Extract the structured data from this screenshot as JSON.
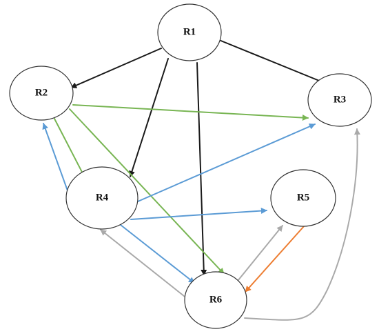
{
  "colors": {
    "black": "#1a1a1a",
    "green": "#78b553",
    "blue": "#5b9bd5",
    "gray": "#a9a9a9",
    "orange": "#ed7d31"
  },
  "nodes": [
    {
      "id": "R1",
      "label": "R1"
    },
    {
      "id": "R2",
      "label": "R2"
    },
    {
      "id": "R3",
      "label": "R3"
    },
    {
      "id": "R4",
      "label": "R4"
    },
    {
      "id": "R5",
      "label": "R5"
    },
    {
      "id": "R6",
      "label": "R6"
    }
  ],
  "edges": [
    {
      "from": "R1",
      "to": "R2",
      "color": "black"
    },
    {
      "from": "R1",
      "to": "R3",
      "color": "black"
    },
    {
      "from": "R1",
      "to": "R4",
      "color": "black"
    },
    {
      "from": "R1",
      "to": "R6",
      "color": "black"
    },
    {
      "from": "R2",
      "to": "R3",
      "color": "green"
    },
    {
      "from": "R2",
      "to": "R4",
      "color": "green"
    },
    {
      "from": "R2",
      "to": "R6",
      "color": "green"
    },
    {
      "from": "R4",
      "to": "R2",
      "color": "blue"
    },
    {
      "from": "R4",
      "to": "R3",
      "color": "blue"
    },
    {
      "from": "R4",
      "to": "R5",
      "color": "blue"
    },
    {
      "from": "R4",
      "to": "R6",
      "color": "blue"
    },
    {
      "from": "R6",
      "to": "R4",
      "color": "gray"
    },
    {
      "from": "R6",
      "to": "R5",
      "color": "gray"
    },
    {
      "from": "R6",
      "to": "R3",
      "color": "gray"
    },
    {
      "from": "R5",
      "to": "R6",
      "color": "orange"
    }
  ]
}
